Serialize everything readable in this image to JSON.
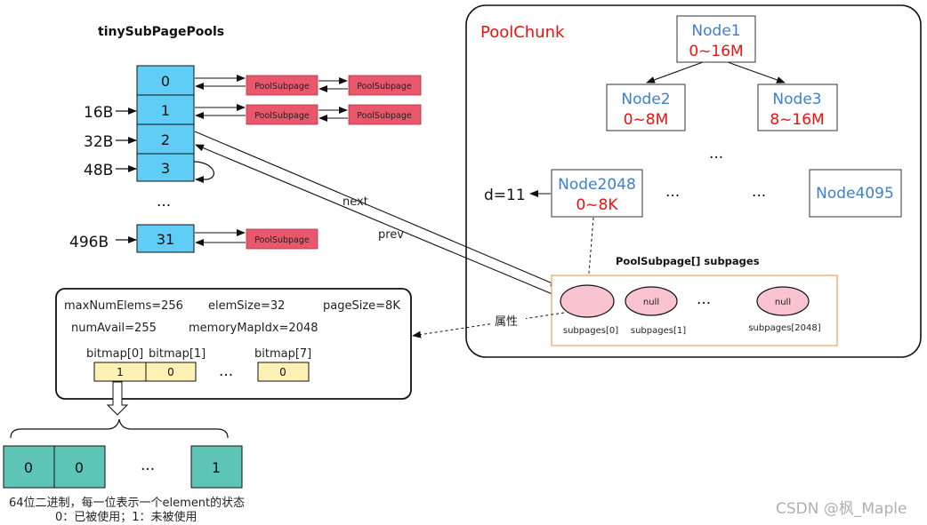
{
  "pools": {
    "title": "tinySubPagePools",
    "sizes": [
      "16B",
      "32B",
      "48B",
      "496B"
    ],
    "indices": [
      "0",
      "1",
      "2",
      "3",
      "31"
    ],
    "ellipsis": "...",
    "subpage_label": "PoolSubpage",
    "next_label": "next",
    "prev_label": "prev"
  },
  "chunk": {
    "title": "PoolChunk",
    "nodes": [
      {
        "name": "Node1",
        "range": "0~16M"
      },
      {
        "name": "Node2",
        "range": "0~8M"
      },
      {
        "name": "Node3",
        "range": "8~16M"
      },
      {
        "name": "Node2048",
        "range": "0~8K"
      },
      {
        "name": "Node4095",
        "range": ""
      }
    ],
    "depth_label": "d=11",
    "ellipsis": "...",
    "subpages_title": "PoolSubpage[]   subpages",
    "subpage_items": [
      {
        "caption": "subpages[0]",
        "text": ""
      },
      {
        "caption": "subpages[1]",
        "text": "null"
      },
      {
        "caption": "subpages[2048]",
        "text": "null"
      }
    ]
  },
  "attr_label": "属性",
  "subpage_fields": {
    "row1": [
      "maxNumElems=256",
      "elemSize=32",
      "pageSize=8K"
    ],
    "row2": [
      "numAvail=255",
      "memoryMapIdx=2048"
    ],
    "bitmap_labels": [
      "bitmap[0]",
      "bitmap[1]",
      "bitmap[7]"
    ],
    "bitmap_values": [
      "1",
      "0",
      "0"
    ],
    "ellipsis": "..."
  },
  "bits": {
    "values": [
      "0",
      "0",
      "1"
    ],
    "ellipsis": "...",
    "caption_line1": "64位二进制，每一位表示一个element的状态",
    "caption_line2": "0：已被使用；1：未被使用"
  },
  "watermark": "CSDN @枫_Maple",
  "colors": {
    "slot": "#5fcdf5",
    "subpage": "#e8576b",
    "node_blue": "#3d7fd0",
    "red": "#ee1111",
    "pink": "#f9c3cf",
    "bit_green": "#5dc4b6",
    "bitmap_yellow": "#fdf2b4",
    "orange_border": "#f0a060"
  }
}
